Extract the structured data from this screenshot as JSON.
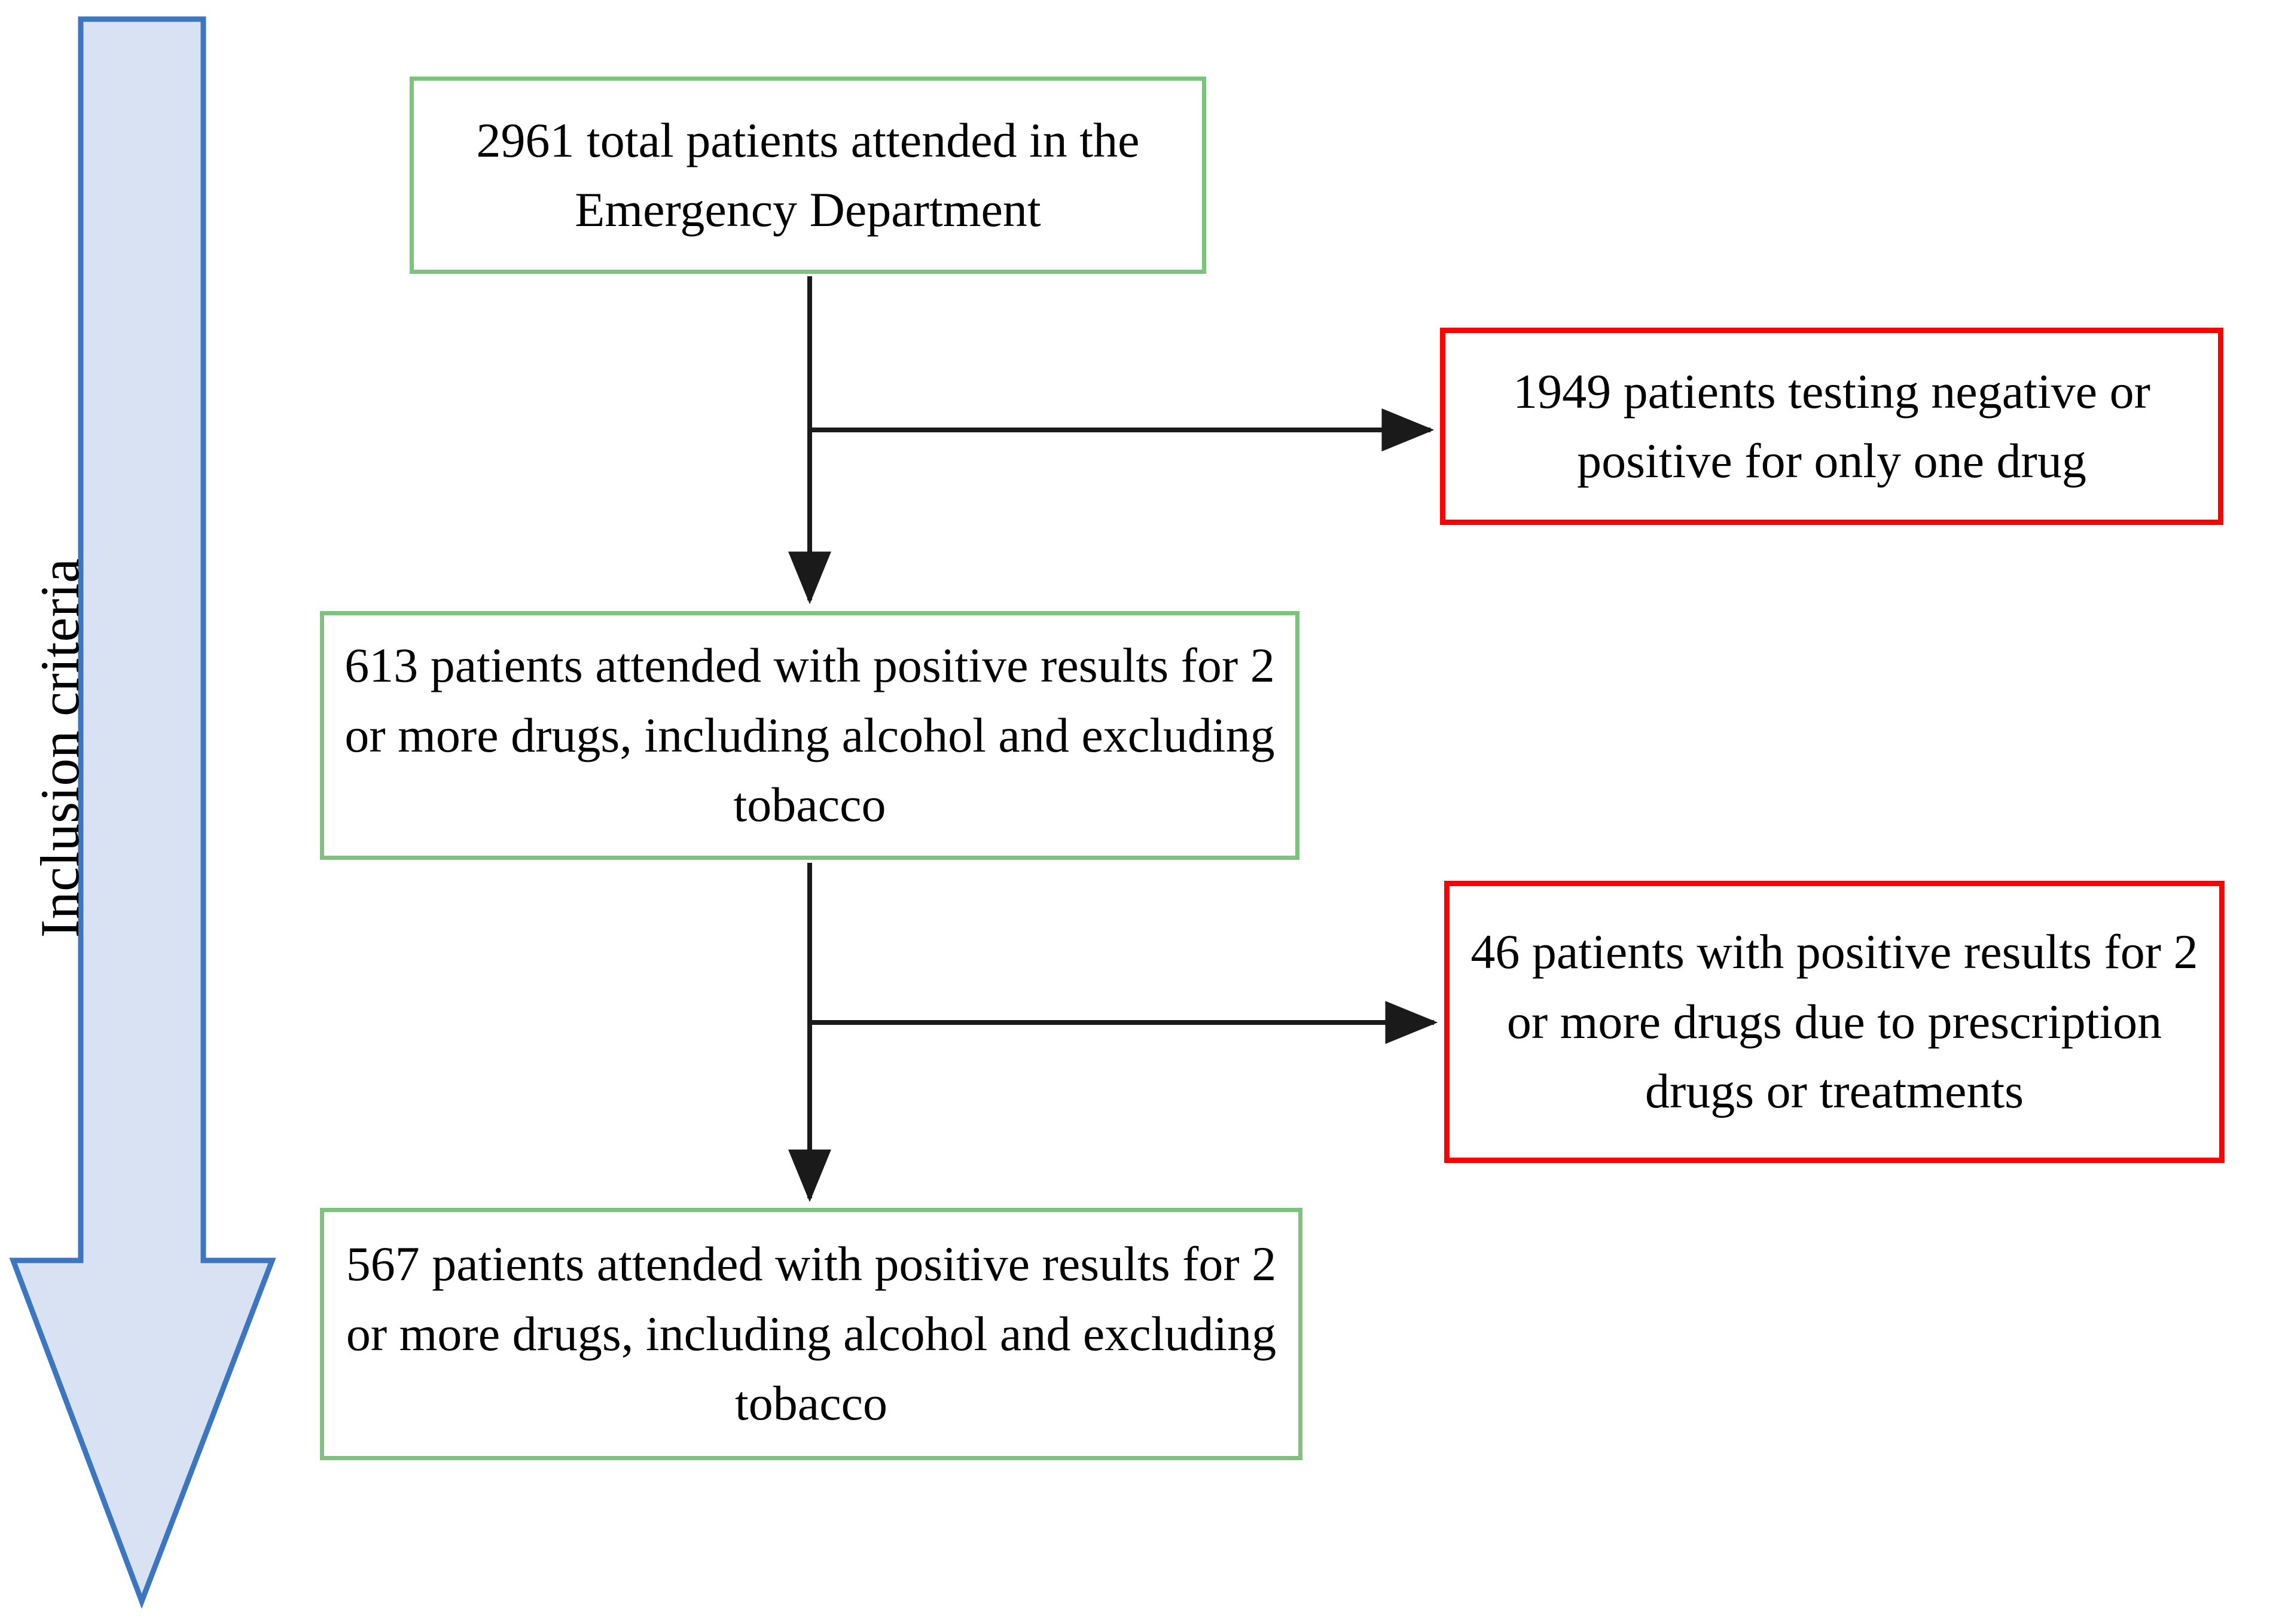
{
  "diagram": {
    "title": "Patient inclusion flow diagram",
    "side_arrow": {
      "label": "Inclusion criteria",
      "fill_color": "#D9E2F3",
      "border_color": "#3D76C0",
      "direction": "down"
    },
    "colors": {
      "include_border": "#7CC47E",
      "exclude_border": "#FF0000",
      "connector": "#1A1A1A",
      "text": "#000000",
      "background": "#FFFFFF"
    },
    "nodes": [
      {
        "id": "box-total",
        "kind": "include",
        "count": 2961,
        "lines": [
          "2961 total patients attended in",
          "the Emergency Department"
        ],
        "text": "2961 total patients attended in the Emergency Department"
      },
      {
        "id": "box-excluded-1",
        "kind": "exclude",
        "count": 1949,
        "lines": [
          "1949 patients testing negative",
          "or positive for only one drug"
        ],
        "text": "1949 patients testing negative or positive for only one drug"
      },
      {
        "id": "box-positive",
        "kind": "include",
        "count": 613,
        "lines": [
          "613 patients attended with positive",
          "results for 2 or more drugs, including",
          "alcohol and excluding tobacco"
        ],
        "text": "613 patients attended with positive results for 2 or more drugs, including alcohol and excluding tobacco"
      },
      {
        "id": "box-excluded-2",
        "kind": "exclude",
        "count": 46,
        "lines": [
          "46 patients with positive results",
          "for 2 or more drugs due to",
          "prescription drugs or treatments"
        ],
        "text": "46 patients with positive results for 2 or more drugs due to prescription drugs or treatments"
      },
      {
        "id": "box-final",
        "kind": "include",
        "count": 567,
        "lines": [
          "567 patients attended with positive",
          "results for 2 or more drugs, including",
          "alcohol and excluding tobacco"
        ],
        "text": "567 patients attended with positive results for 2 or more drugs, including alcohol and excluding tobacco"
      }
    ],
    "edges": [
      {
        "id": "edge-total-to-positive",
        "from": "box-total",
        "to": "box-positive",
        "orientation": "vertical"
      },
      {
        "id": "edge-total-to-excluded-1",
        "from": "box-total",
        "to": "box-excluded-1",
        "orientation": "horizontal"
      },
      {
        "id": "edge-positive-to-final",
        "from": "box-positive",
        "to": "box-final",
        "orientation": "vertical"
      },
      {
        "id": "edge-positive-to-excluded-2",
        "from": "box-positive",
        "to": "box-excluded-2",
        "orientation": "horizontal"
      }
    ]
  }
}
